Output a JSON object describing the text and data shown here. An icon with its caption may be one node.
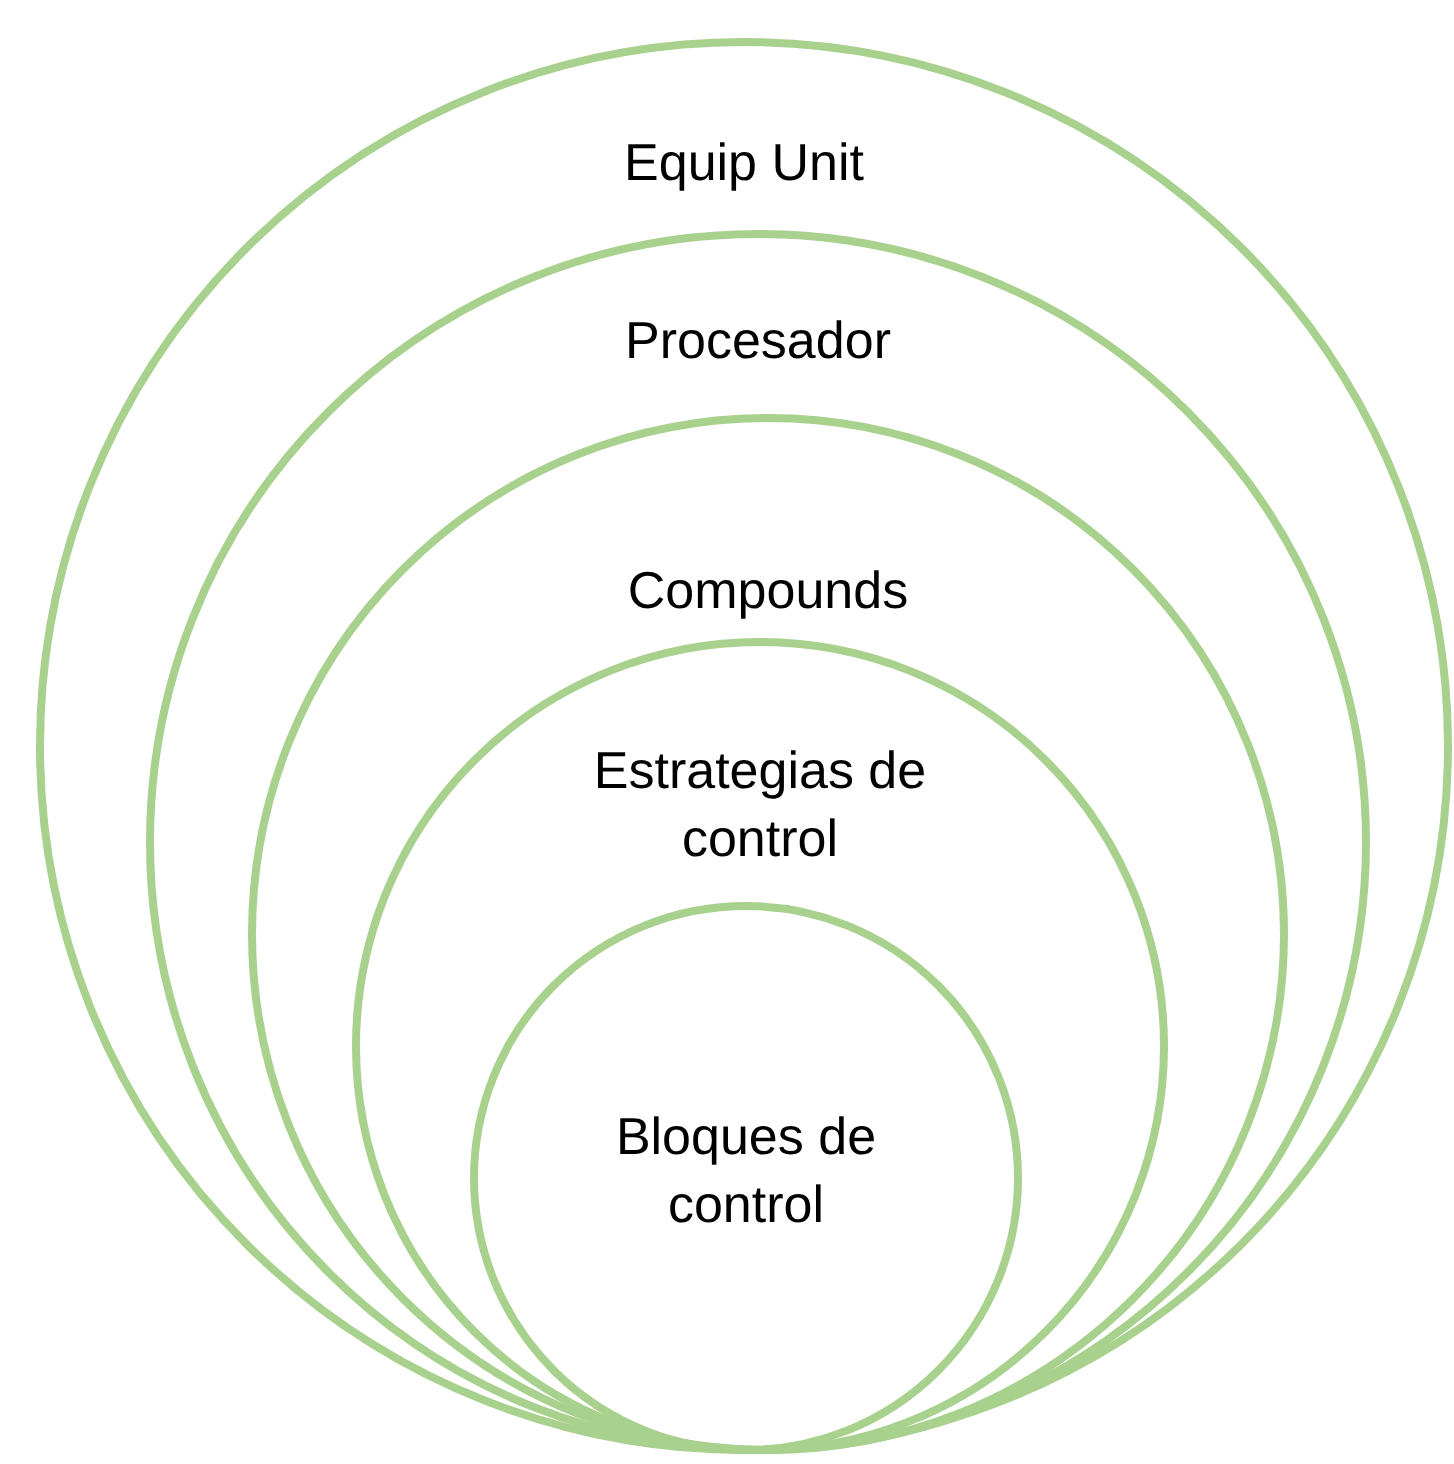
{
  "diagram": {
    "nodes": [
      {
        "text": [
          "Equip Unit"
        ]
      },
      {
        "text": [
          "Procesador"
        ],
        "in": 0
      },
      {
        "text": [
          "Compounds"
        ],
        "in": 1
      },
      {
        "text": [
          "Estrategias de control"
        ],
        "in": 2
      },
      {
        "text": [
          "Bloques de control"
        ],
        "in": 3
      }
    ]
  }
}
